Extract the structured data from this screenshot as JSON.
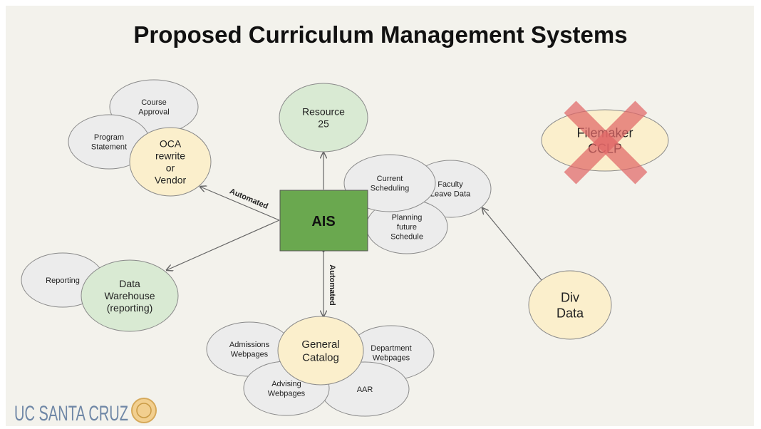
{
  "title": "Proposed Curriculum Management Systems",
  "center": "AIS",
  "edge_labels": {
    "oca": "Automated",
    "catalog": "Automated"
  },
  "nodes": {
    "course_approval": [
      "Course",
      "Approval"
    ],
    "program_statement": [
      "Program",
      "Statement"
    ],
    "oca": [
      "OCA",
      "rewrite",
      "or",
      "Vendor"
    ],
    "resource25": [
      "Resource",
      "25"
    ],
    "current_scheduling": [
      "Current",
      "Scheduling"
    ],
    "faculty_leave": [
      "Faculty",
      "Leave Data"
    ],
    "planning_future": [
      "Planning",
      "future",
      "Schedule"
    ],
    "filemaker": [
      "Filemaker",
      "CCLP"
    ],
    "reporting": [
      "Reporting"
    ],
    "data_warehouse": [
      "Data",
      "Warehouse",
      "(reporting)"
    ],
    "div_data": [
      "Div",
      "Data"
    ],
    "general_catalog": [
      "General",
      "Catalog"
    ],
    "admissions": [
      "Admissions",
      "Webpages"
    ],
    "department": [
      "Department",
      "Webpages"
    ],
    "advising": [
      "Advising",
      "Webpages"
    ],
    "aar": [
      "AAR"
    ]
  },
  "logo": "UC SANTA CRUZ",
  "colors": {
    "yellow": "#fbefcc",
    "green": "#d9ead3",
    "gray": "#ececec",
    "ais": "#6aa84f",
    "cross": "#e06666"
  }
}
